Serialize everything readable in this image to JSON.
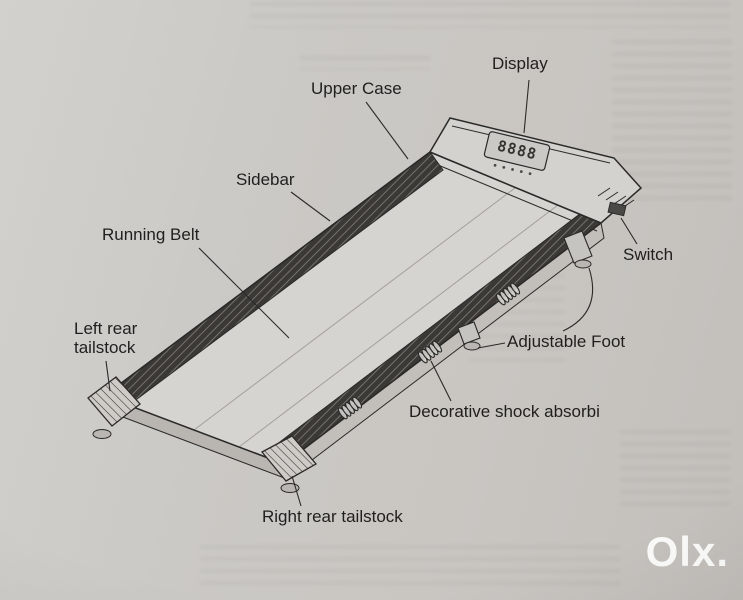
{
  "page": {
    "watermark": "Olx."
  },
  "diagram": {
    "console": {
      "display_digits": "8888"
    },
    "labels": {
      "display": "Display",
      "upper_case": "Upper Case",
      "sidebar": "Sidebar",
      "running_belt": "Running Belt",
      "switch": "Switch",
      "left_rear_tailstock": "Left rear tailstock",
      "adjustable_foot": "Adjustable Foot",
      "shock_absorber": "Decorative shock absorbi",
      "right_rear_tailstock": "Right rear tailstock"
    }
  },
  "colors": {
    "paper": "#c9c6c2",
    "ink": "#2a2a28",
    "rail_dark": "#3b3936",
    "watermark": "#ffffff"
  }
}
